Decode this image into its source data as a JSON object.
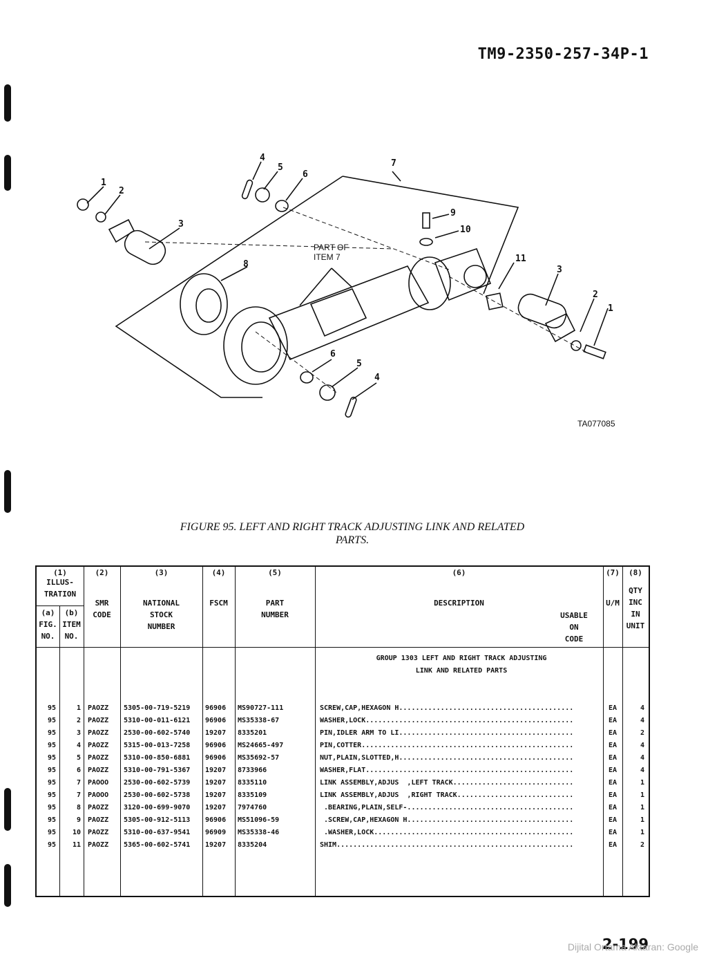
{
  "document_code": "TM9-2350-257-34P-1",
  "diagram": {
    "callouts": [
      "1",
      "2",
      "3",
      "4",
      "5",
      "6",
      "7",
      "8",
      "9",
      "10",
      "11",
      "3",
      "2",
      "1",
      "6",
      "5",
      "4"
    ],
    "part_of_label_line1": "PART OF",
    "part_of_label_line2": "ITEM 7",
    "ta_code": "TA077085"
  },
  "caption": {
    "line1": "FIGURE 95. LEFT AND RIGHT TRACK ADJUSTING LINK AND RELATED",
    "line2": "PARTS."
  },
  "table": {
    "headers": {
      "col1_num": "(1)",
      "col1_title": "ILLUS-\nTRATION",
      "col1a": "(a)\nFIG.\nNO.",
      "col1b": "(b)\nITEM\nNO.",
      "col2_num": "(2)",
      "col2_title": "SMR\nCODE",
      "col3_num": "(3)",
      "col3_title": "NATIONAL\nSTOCK\nNUMBER",
      "col4_num": "(4)",
      "col4_title": "FSCM",
      "col5_num": "(5)",
      "col5_title": "PART\nNUMBER",
      "col6_num": "(6)",
      "col6_title": "DESCRIPTION",
      "col6_usable": "USABLE\nON\nCODE",
      "col7_num": "(7)",
      "col7_title": "U/M",
      "col8_num": "(8)",
      "col8_title": "QTY\nINC\nIN\nUNIT"
    },
    "group_title_line1": "GROUP 1303 LEFT AND RIGHT TRACK ADJUSTING",
    "group_title_line2": "LINK AND RELATED PARTS",
    "rows": [
      {
        "fig": "95",
        "item": "1",
        "smr": "PAOZZ",
        "nsn": "5305-00-719-5219",
        "fscm": "96906",
        "part": "MS90727-111",
        "desc": "SCREW,CAP,HEXAGON H..........................................",
        "um": "EA",
        "qty": "4"
      },
      {
        "fig": "95",
        "item": "2",
        "smr": "PAOZZ",
        "nsn": "5310-00-011-6121",
        "fscm": "96906",
        "part": "MS35338-67",
        "desc": "WASHER,LOCK..................................................",
        "um": "EA",
        "qty": "4"
      },
      {
        "fig": "95",
        "item": "3",
        "smr": "PAOZZ",
        "nsn": "2530-00-602-5740",
        "fscm": "19207",
        "part": "8335201",
        "desc": "PIN,IDLER ARM TO LI..........................................",
        "um": "EA",
        "qty": "2"
      },
      {
        "fig": "95",
        "item": "4",
        "smr": "PAOZZ",
        "nsn": "5315-00-013-7258",
        "fscm": "96906",
        "part": "MS24665-497",
        "desc": "PIN,COTTER...................................................",
        "um": "EA",
        "qty": "4"
      },
      {
        "fig": "95",
        "item": "5",
        "smr": "PAOZZ",
        "nsn": "5310-00-850-6881",
        "fscm": "96906",
        "part": "MS35692-57",
        "desc": "NUT,PLAIN,SLOTTED,H..........................................",
        "um": "EA",
        "qty": "4"
      },
      {
        "fig": "95",
        "item": "6",
        "smr": "PAOZZ",
        "nsn": "5310-00-791-5367",
        "fscm": "19207",
        "part": "8733966",
        "desc": "WASHER,FLAT..................................................",
        "um": "EA",
        "qty": "4"
      },
      {
        "fig": "95",
        "item": "7",
        "smr": "PAOOO",
        "nsn": "2530-00-602-5739",
        "fscm": "19207",
        "part": "8335110",
        "desc": "LINK ASSEMBLY,ADJUS  ,LEFT TRACK.............................",
        "um": "EA",
        "qty": "1"
      },
      {
        "fig": "95",
        "item": "7",
        "smr": "PAOOO",
        "nsn": "2530-00-602-5738",
        "fscm": "19207",
        "part": "8335109",
        "desc": "LINK ASSEMBLY,ADJUS  ,RIGHT TRACK............................",
        "um": "EA",
        "qty": "1"
      },
      {
        "fig": "95",
        "item": "8",
        "smr": "PAOZZ",
        "nsn": "3120-00-699-9070",
        "fscm": "19207",
        "part": "7974760",
        "desc": " .BEARING,PLAIN,SELF-........................................",
        "um": "EA",
        "qty": "1"
      },
      {
        "fig": "95",
        "item": "9",
        "smr": "PAOZZ",
        "nsn": "5305-00-912-5113",
        "fscm": "96906",
        "part": "MS51096-59",
        "desc": " .SCREW,CAP,HEXAGON H........................................",
        "um": "EA",
        "qty": "1"
      },
      {
        "fig": "95",
        "item": "10",
        "smr": "PAOZZ",
        "nsn": "5310-00-637-9541",
        "fscm": "96909",
        "part": "MS35338-46",
        "desc": " .WASHER,LOCK................................................",
        "um": "EA",
        "qty": "1"
      },
      {
        "fig": "95",
        "item": "11",
        "smr": "PAOZZ",
        "nsn": "5365-00-602-5741",
        "fscm": "19207",
        "part": "8335204",
        "desc": "SHIM.........................................................",
        "um": "EA",
        "qty": "2"
      }
    ]
  },
  "page_number": "2-199",
  "watermark": "Dijital Ortama Aktaran: Google"
}
